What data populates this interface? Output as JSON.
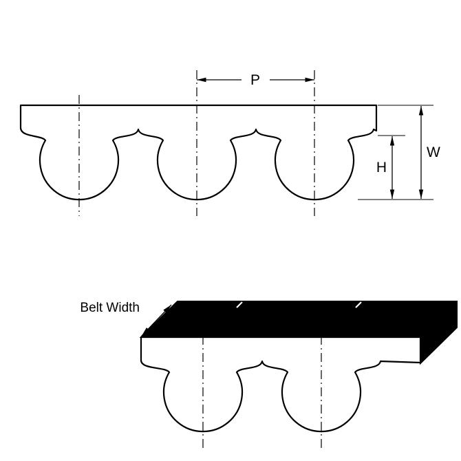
{
  "diagram": {
    "labels": {
      "pitch": "P",
      "belt_thickness": "W",
      "tooth_height": "H",
      "belt_width": "Belt Width"
    },
    "colors": {
      "line": "#000000",
      "fill": "#ffffff",
      "solid_top_face": "#000000",
      "background": "#ffffff"
    }
  }
}
